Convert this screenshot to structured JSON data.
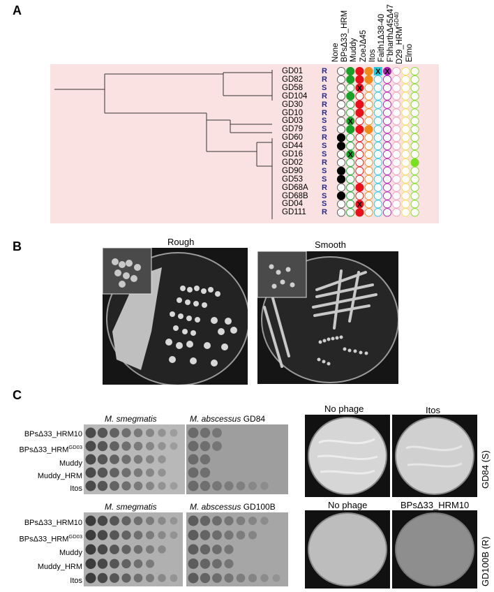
{
  "panel_labels": {
    "a": "A",
    "b": "B",
    "c": "C"
  },
  "panel_a": {
    "phage_columns": [
      "None",
      "BPsΔ33_HRM",
      "Muddy",
      "ZoeJΔ45",
      "Itos",
      "Faith1Δ38-40",
      "F'bharthΔ45Δ47",
      "D29_HRM",
      "Elmo"
    ],
    "d29_superscript": "GD40",
    "strains": [
      {
        "name": "GD01",
        "morph": "R"
      },
      {
        "name": "GD82",
        "morph": "R"
      },
      {
        "name": "GD58",
        "morph": "S"
      },
      {
        "name": "GD104",
        "morph": "R"
      },
      {
        "name": "GD30",
        "morph": "R"
      },
      {
        "name": "GD10",
        "morph": "R"
      },
      {
        "name": "GD03",
        "morph": "S"
      },
      {
        "name": "GD79",
        "morph": "S"
      },
      {
        "name": "GD60",
        "morph": "R"
      },
      {
        "name": "GD44",
        "morph": "S"
      },
      {
        "name": "GD16",
        "morph": "S"
      },
      {
        "name": "GD02",
        "morph": "R"
      },
      {
        "name": "GD90",
        "morph": "S"
      },
      {
        "name": "GD53",
        "morph": "S"
      },
      {
        "name": "GD68A",
        "morph": "R"
      },
      {
        "name": "GD68B",
        "morph": "S"
      },
      {
        "name": "GD04",
        "morph": "S"
      },
      {
        "name": "GD111",
        "morph": "R"
      }
    ],
    "column_colors": [
      "#000000",
      "#1aa02a",
      "#e8101a",
      "#f08a1a",
      "#28c8d8",
      "#b020b8",
      "#f0a0c0",
      "#f0e060",
      "#78e020"
    ],
    "matrix": [
      [
        0,
        1,
        1,
        1,
        3,
        4,
        0,
        0,
        0
      ],
      [
        0,
        1,
        1,
        1,
        0,
        0,
        0,
        0,
        0
      ],
      [
        0,
        0,
        2,
        0,
        0,
        0,
        0,
        0,
        0
      ],
      [
        0,
        1,
        0,
        0,
        0,
        0,
        0,
        0,
        0
      ],
      [
        0,
        0,
        1,
        0,
        0,
        0,
        0,
        0,
        0
      ],
      [
        0,
        0,
        1,
        0,
        0,
        0,
        0,
        0,
        0
      ],
      [
        0,
        2,
        0,
        0,
        0,
        0,
        0,
        0,
        0
      ],
      [
        0,
        1,
        1,
        1,
        0,
        0,
        0,
        0,
        0
      ],
      [
        1,
        0,
        0,
        0,
        0,
        0,
        0,
        0,
        0
      ],
      [
        1,
        0,
        0,
        0,
        0,
        0,
        0,
        0,
        0
      ],
      [
        0,
        2,
        0,
        0,
        0,
        0,
        0,
        0,
        0
      ],
      [
        0,
        0,
        0,
        0,
        0,
        0,
        0,
        0,
        1
      ],
      [
        1,
        0,
        0,
        0,
        0,
        0,
        0,
        0,
        0
      ],
      [
        1,
        0,
        0,
        0,
        0,
        0,
        0,
        0,
        0
      ],
      [
        0,
        0,
        1,
        0,
        0,
        0,
        0,
        0,
        0
      ],
      [
        1,
        0,
        0,
        0,
        0,
        0,
        0,
        0,
        0
      ],
      [
        0,
        0,
        2,
        0,
        0,
        0,
        0,
        0,
        0
      ],
      [
        0,
        0,
        1,
        0,
        0,
        0,
        0,
        0,
        0
      ]
    ],
    "x_mark": "X"
  },
  "panel_b": {
    "rough_label": "Rough",
    "smooth_label": "Smooth"
  },
  "panel_c": {
    "species_smeg": "M. smegmatis",
    "species_abs": "M. abscessus",
    "strain_top": "GD84",
    "strain_bottom": "GD100B",
    "rows": [
      "BPsΔ33_HRM10",
      "BPsΔ33_HRM",
      "Muddy",
      "Muddy_HRM",
      "Itos"
    ],
    "row_sup": "GD03",
    "no_phage": "No phage",
    "itos": "Itos",
    "bps_hrm10": "BPsΔ33_HRM10",
    "side_top": "GD84 (S)",
    "side_bottom": "GD100B (R)"
  }
}
